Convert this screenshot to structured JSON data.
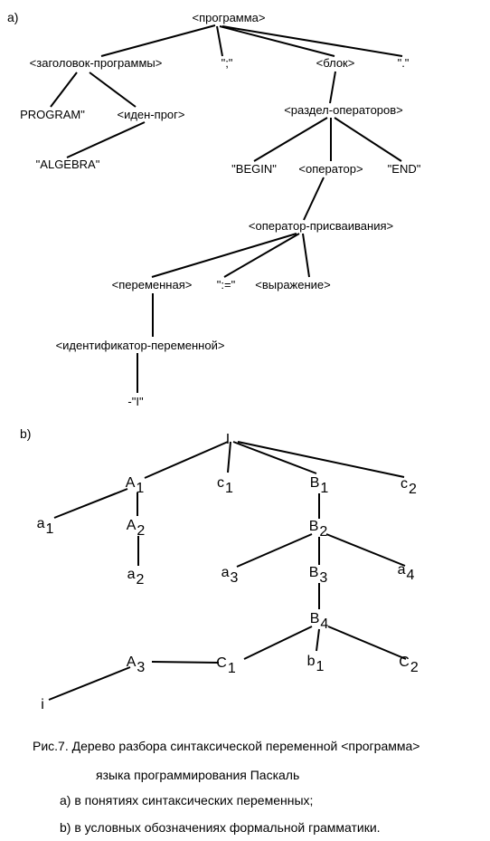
{
  "tree_a": {
    "label": "a)",
    "nodes": [
      {
        "id": "prog",
        "text": "<программа>"
      },
      {
        "id": "header",
        "text": "<заголовок-программы>"
      },
      {
        "id": "semi",
        "text": "\";\""
      },
      {
        "id": "block",
        "text": "<блок>"
      },
      {
        "id": "dot",
        "text": "\".\""
      },
      {
        "id": "program_kw",
        "text": "PROGRAM\""
      },
      {
        "id": "prog_ident",
        "text": "<иден-прог>"
      },
      {
        "id": "algebra",
        "text": "\"ALGEBRA\""
      },
      {
        "id": "op_section",
        "text": "<раздел-операторов>"
      },
      {
        "id": "begin",
        "text": "\"BEGIN\""
      },
      {
        "id": "operator",
        "text": "<оператор>"
      },
      {
        "id": "end",
        "text": "\"END\""
      },
      {
        "id": "assign",
        "text": "<оператор-присваивания>"
      },
      {
        "id": "variable",
        "text": "<переменная>"
      },
      {
        "id": "assign_sym",
        "text": "\":=\""
      },
      {
        "id": "expression",
        "text": "<выражение>"
      },
      {
        "id": "var_ident",
        "text": "<идентификатор-переменной>"
      },
      {
        "id": "i_leaf",
        "text": "-\"I\""
      }
    ],
    "edges": [
      [
        "prog",
        "header"
      ],
      [
        "prog",
        "semi"
      ],
      [
        "prog",
        "block"
      ],
      [
        "prog",
        "dot"
      ],
      [
        "header",
        "program_kw"
      ],
      [
        "header",
        "prog_ident"
      ],
      [
        "prog_ident",
        "algebra"
      ],
      [
        "block",
        "op_section"
      ],
      [
        "op_section",
        "begin"
      ],
      [
        "op_section",
        "operator"
      ],
      [
        "op_section",
        "end"
      ],
      [
        "operator",
        "assign"
      ],
      [
        "assign",
        "variable"
      ],
      [
        "assign",
        "assign_sym"
      ],
      [
        "assign",
        "expression"
      ],
      [
        "variable",
        "var_ident"
      ],
      [
        "var_ident",
        "i_leaf"
      ]
    ]
  },
  "tree_b": {
    "label": "b)",
    "nodes": [
      {
        "id": "root",
        "base": "I",
        "sub": ""
      },
      {
        "id": "A1",
        "base": "A",
        "sub": "1"
      },
      {
        "id": "c1",
        "base": "c",
        "sub": "1"
      },
      {
        "id": "B1",
        "base": "B",
        "sub": "1"
      },
      {
        "id": "c2",
        "base": "c",
        "sub": "2"
      },
      {
        "id": "a1",
        "base": "a",
        "sub": "1"
      },
      {
        "id": "A2",
        "base": "A",
        "sub": "2"
      },
      {
        "id": "a2",
        "base": "a",
        "sub": "2"
      },
      {
        "id": "B2",
        "base": "B",
        "sub": "2"
      },
      {
        "id": "a3",
        "base": "a",
        "sub": "3"
      },
      {
        "id": "B3",
        "base": "B",
        "sub": "3"
      },
      {
        "id": "a4",
        "base": "a",
        "sub": "4"
      },
      {
        "id": "B4",
        "base": "B",
        "sub": "4"
      },
      {
        "id": "A3",
        "base": "A",
        "sub": "3"
      },
      {
        "id": "C1",
        "base": "C",
        "sub": "1"
      },
      {
        "id": "b1",
        "base": "b",
        "sub": "1"
      },
      {
        "id": "C2",
        "base": "C",
        "sub": "2"
      },
      {
        "id": "i",
        "base": "i",
        "sub": ""
      }
    ],
    "edges": [
      [
        "root",
        "A1"
      ],
      [
        "root",
        "c1"
      ],
      [
        "root",
        "B1"
      ],
      [
        "root",
        "c2"
      ],
      [
        "A1",
        "a1"
      ],
      [
        "A1",
        "A2"
      ],
      [
        "A2",
        "a2"
      ],
      [
        "B1",
        "B2"
      ],
      [
        "B2",
        "a3"
      ],
      [
        "B2",
        "B3"
      ],
      [
        "B2",
        "a4"
      ],
      [
        "B3",
        "B4"
      ],
      [
        "B4",
        "C1"
      ],
      [
        "B4",
        "b1"
      ],
      [
        "B4",
        "C2"
      ],
      [
        "C1",
        "A3"
      ],
      [
        "A3",
        "i"
      ]
    ]
  },
  "caption": {
    "line1": "Рис.7.  Дерево разбора синтаксической переменной <программа>",
    "line2": "языка программирования Паскаль",
    "line3": "a) в понятиях синтаксических переменных;",
    "line4": "b) в условных обозначениях формальной грамматики."
  }
}
